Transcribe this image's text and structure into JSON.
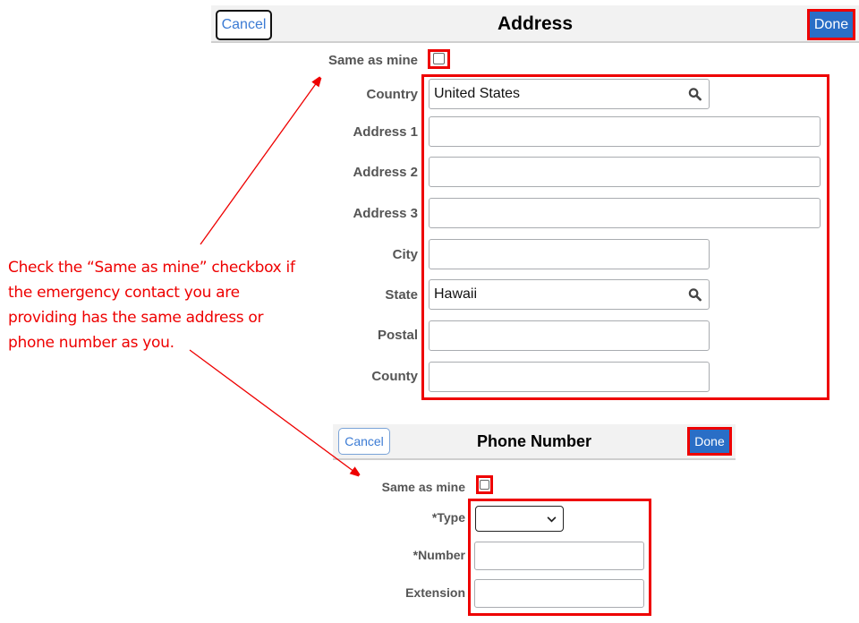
{
  "address_panel": {
    "header": {
      "cancel_label": "Cancel",
      "title": "Address",
      "done_label": "Done"
    },
    "same_as_mine_label": "Same as mine",
    "same_as_mine_checked": false,
    "fields": [
      {
        "label": "Country",
        "value": "United States",
        "has_lookup": true
      },
      {
        "label": "Address 1",
        "value": ""
      },
      {
        "label": "Address 2",
        "value": ""
      },
      {
        "label": "Address 3",
        "value": ""
      },
      {
        "label": "City",
        "value": ""
      },
      {
        "label": "State",
        "value": "Hawaii",
        "has_lookup": true
      },
      {
        "label": "Postal",
        "value": ""
      },
      {
        "label": "County",
        "value": ""
      }
    ]
  },
  "phone_panel": {
    "header": {
      "cancel_label": "Cancel",
      "title": "Phone Number",
      "done_label": "Done"
    },
    "same_as_mine_label": "Same as mine",
    "same_as_mine_checked": false,
    "fields": [
      {
        "label": "*Type",
        "value": "",
        "kind": "select"
      },
      {
        "label": "*Number",
        "value": ""
      },
      {
        "label": "Extension",
        "value": ""
      }
    ]
  },
  "annotation": {
    "lines": [
      "Check the “Same as mine” checkbox if",
      "the emergency contact you are",
      "providing has the same address or",
      "phone number as you."
    ]
  },
  "colors": {
    "annotation_red": "#ee0000",
    "done_blue": "#2a6ec6",
    "cancel_text_blue": "#3b7bd4",
    "header_bg": "#f2f2f2"
  }
}
